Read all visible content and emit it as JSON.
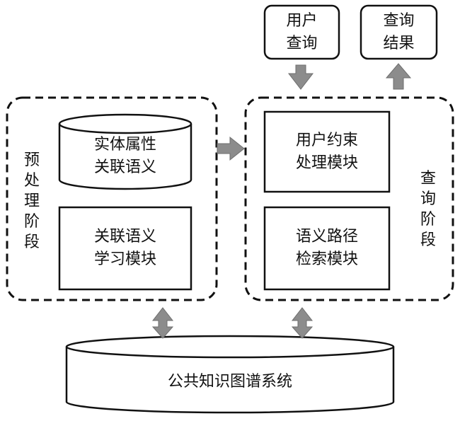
{
  "diagram": {
    "user_query": "用户\n查询",
    "query_result": "查询\n结果",
    "preprocess_stage": "预处理阶段",
    "query_stage": "查询阶段",
    "entity_semantics_db": "实体属性\n关联语义",
    "semantic_learning_module": "关联语义\n学习模块",
    "constraint_module": "用户约束\n处理模块",
    "path_retrieval_module": "语义路径\n检索模块",
    "public_kg_db": "公共知识图谱系统"
  },
  "colors": {
    "stroke": "#111111",
    "arrow": "#8c8c8c",
    "fill": "#ffffff"
  }
}
